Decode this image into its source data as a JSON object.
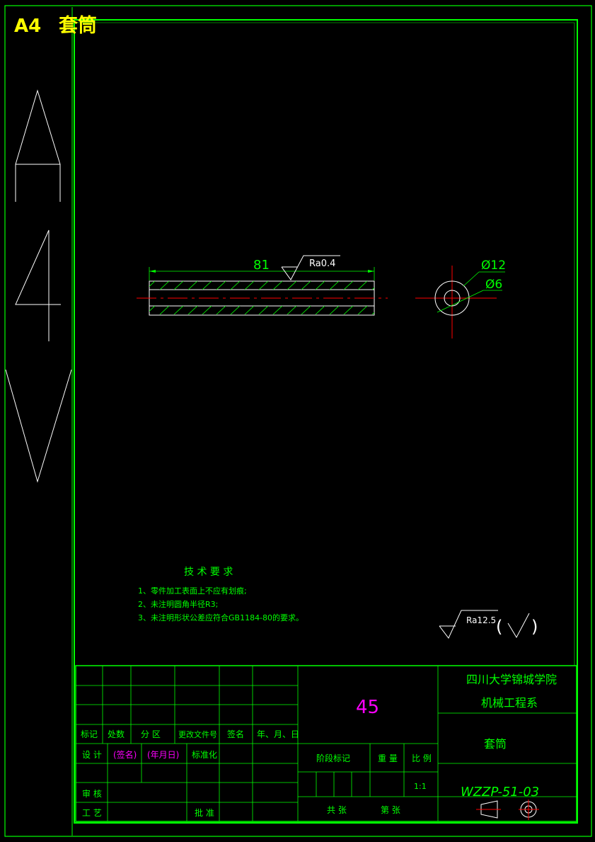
{
  "colors": {
    "background": "#000000",
    "frame": "#00ff00",
    "geometry": "#ffffff",
    "dimension": "#00ff00",
    "centerline": "#ff0000",
    "title": "#ffff00",
    "magenta": "#ff00ff"
  },
  "sheet_title": {
    "format": "A4",
    "part_name": "套筒"
  },
  "dimensions": {
    "length": "81",
    "outer_diameter": "Ø12",
    "inner_diameter": "Ø6",
    "bore_roughness": "Ra0.4"
  },
  "tech_requirements": {
    "heading": "技 术 要 求",
    "items": [
      "1、零件加工表面上不应有划痕;",
      "2、未注明圆角半径R3;",
      "3、未注明形状公差应符合GB1184-80的要求。"
    ]
  },
  "general_roughness": {
    "value": "Ra12.5",
    "open_paren": "(",
    "close_paren": ")"
  },
  "title_block": {
    "rev_headers": [
      "标记",
      "处数",
      "分 区",
      "更改文件号",
      "签名",
      "年、月、日"
    ],
    "design_label": "设 计",
    "design_sign": "(签名)",
    "design_date": "(年月日)",
    "standardize_label": "标准化",
    "review_label": "审 核",
    "process_label": "工 艺",
    "approve_label": "批 准",
    "material": "45",
    "stage_mark": "阶段标记",
    "weight": "重 量",
    "scale_label": "比 例",
    "scale_value": "1:1",
    "sheets_total": "共  张",
    "sheet_no": "第  张",
    "school": "四川大学锦城学院",
    "department": "机械工程系",
    "part_name": "套筒",
    "drawing_no": "WZZP-51-03"
  }
}
